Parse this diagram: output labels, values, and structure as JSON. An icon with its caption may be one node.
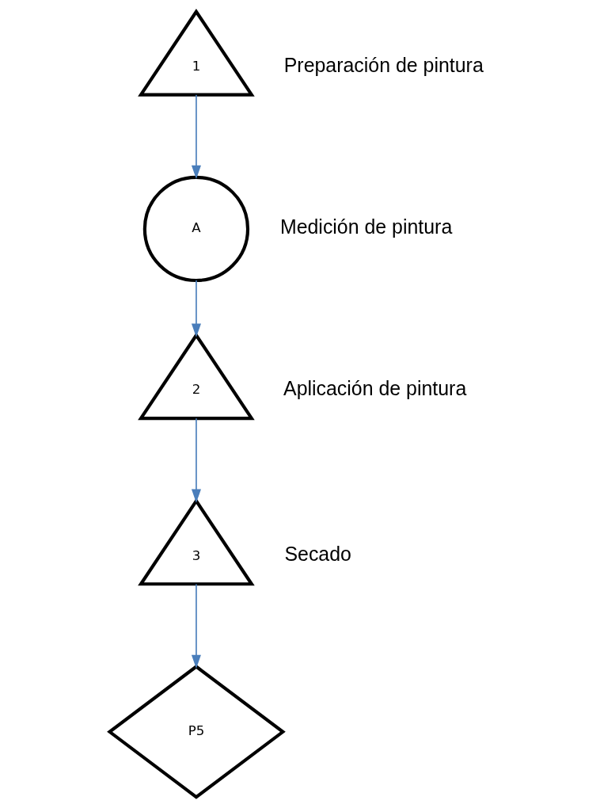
{
  "diagram": {
    "nodes": [
      {
        "text": [
          "1"
        ],
        "beside": [
          "Preparación de pintura"
        ]
      },
      {
        "text": [
          "A"
        ],
        "beside": [
          "Medición de pintura"
        ]
      },
      {
        "text": [
          "2"
        ],
        "beside": [
          "Aplicación de pintura"
        ]
      },
      {
        "text": [
          "3"
        ],
        "beside": [
          "Secado"
        ]
      },
      {
        "text": [
          "P5"
        ]
      }
    ],
    "edges": [
      {
        "from": 0,
        "to": 1,
        "arrow": "to"
      },
      {
        "from": 1,
        "to": 2,
        "arrow": "to"
      },
      {
        "from": 2,
        "to": 3,
        "arrow": "to"
      },
      {
        "from": 3,
        "to": 4,
        "arrow": "to"
      }
    ]
  }
}
